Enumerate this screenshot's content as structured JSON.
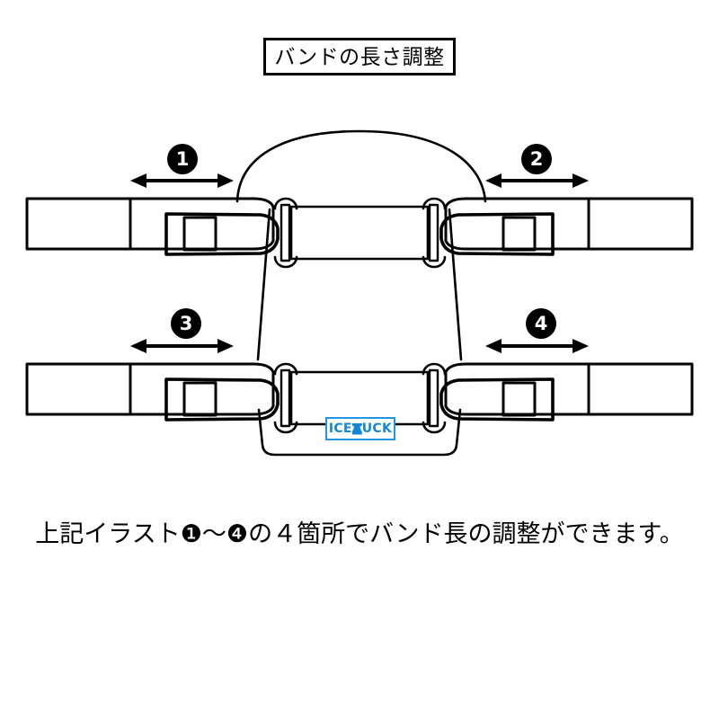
{
  "page": {
    "background_color": "#ffffff",
    "line_color": "#000000"
  },
  "title": {
    "text": "バンドの長さ調整",
    "border_color": "#000000"
  },
  "caption": {
    "text": "上記イラスト❶〜❹の４箇所でバンド長の調整ができます。"
  },
  "diagram": {
    "subject": "backpack-harness-band-adjustment",
    "badges": [
      {
        "id": "1",
        "label": "❶",
        "number": "1",
        "position": "upper-left"
      },
      {
        "id": "2",
        "label": "❷",
        "number": "2",
        "position": "upper-right"
      },
      {
        "id": "3",
        "label": "❸",
        "number": "3",
        "position": "lower-left"
      },
      {
        "id": "4",
        "label": "❹",
        "number": "4",
        "position": "lower-right"
      }
    ],
    "arrows": [
      {
        "id": "arrow-1",
        "for_badge": "1",
        "direction": "double-headed-horizontal"
      },
      {
        "id": "arrow-2",
        "for_badge": "2",
        "direction": "double-headed-horizontal"
      },
      {
        "id": "arrow-3",
        "for_badge": "3",
        "direction": "double-headed-horizontal"
      },
      {
        "id": "arrow-4",
        "for_badge": "4",
        "direction": "double-headed-horizontal"
      }
    ],
    "parts": [
      {
        "id": "top-dome",
        "name": "head-rest-dome"
      },
      {
        "id": "upper-strap-left",
        "name": "upper-left-band"
      },
      {
        "id": "upper-strap-right",
        "name": "upper-right-band"
      },
      {
        "id": "lower-strap-left",
        "name": "lower-left-band"
      },
      {
        "id": "lower-strap-right",
        "name": "lower-right-band"
      },
      {
        "id": "upper-buckle-left",
        "name": "upper-left-buckle"
      },
      {
        "id": "upper-buckle-right",
        "name": "upper-right-buckle"
      },
      {
        "id": "lower-buckle-left",
        "name": "lower-left-buckle"
      },
      {
        "id": "lower-buckle-right",
        "name": "lower-right-buckle"
      },
      {
        "id": "upper-center-panel",
        "name": "upper-center-panel"
      },
      {
        "id": "lower-center-panel",
        "name": "lower-center-panel"
      },
      {
        "id": "body-panel",
        "name": "main-body-panel"
      }
    ]
  },
  "logo": {
    "text_before": "ICE",
    "text_after": "UCK",
    "full_text": "ICERUCK",
    "color": "#1287d8",
    "border_color": "#2196e8"
  }
}
